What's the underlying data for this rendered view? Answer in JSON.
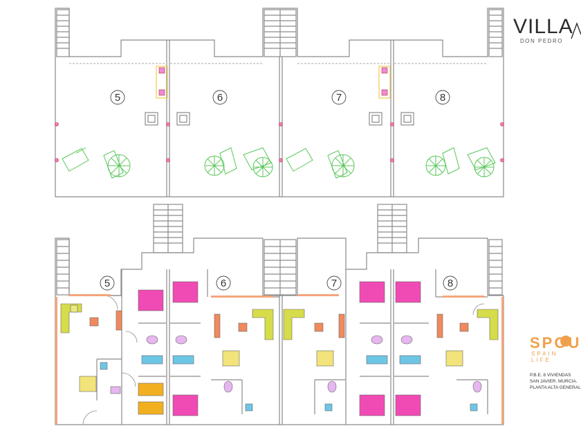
{
  "brand": {
    "villa": "VILLA",
    "villa_sub": "DON PEDRO",
    "spout": "SPOUT",
    "spout_sub": "SPAIN LIFE"
  },
  "project_info": {
    "line1": "P.B.E. 8 VIVIENDAS",
    "line2": "SAN JAVIER. MURCIA.",
    "line3": "PLANTA ALTA GENERAL"
  },
  "unit_labels": {
    "top": [
      "5",
      "6",
      "7",
      "8"
    ],
    "bottom": [
      "5",
      "6",
      "7",
      "8"
    ]
  },
  "colors": {
    "wall": "#8a8a8a",
    "bed": "#f04bb4",
    "sofa": "#d6dc4a",
    "table": "#f2c94c",
    "tree": "#58c658",
    "kitchen": "#f08a5d",
    "bath": "#6ec6e6"
  }
}
